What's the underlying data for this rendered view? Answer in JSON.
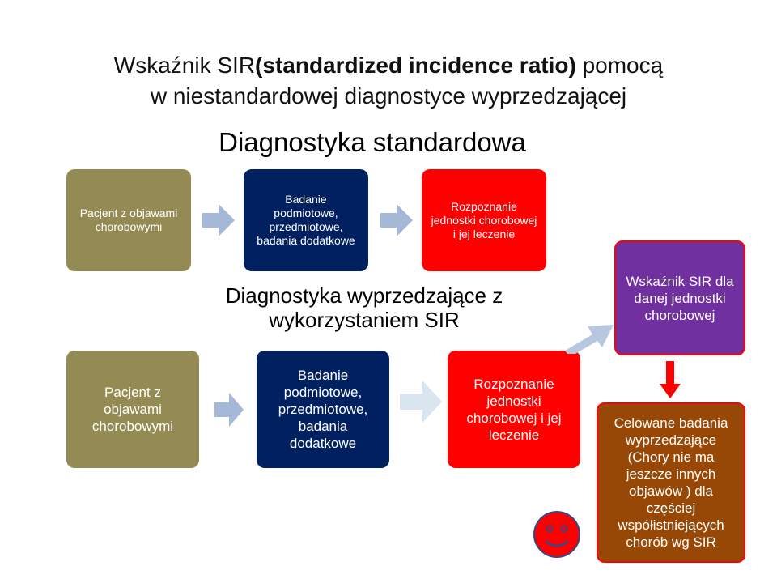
{
  "title": {
    "prefix": "Wskaźnik SIR",
    "bold": "(standardized incidence ratio)",
    "line1_suffix": " pomocą",
    "line2": "w niestandardowej  diagnostyce wyprzedzającej"
  },
  "standard": {
    "heading": "Diagnostyka standardowa",
    "boxes": [
      "Pacjent z objawami chorobowymi",
      "Badanie podmiotowe, przedmiotowe, badania dodatkowe",
      "Rozpoznanie jednostki chorobowej i jej leczenie"
    ]
  },
  "predictive": {
    "heading_line1": "Diagnostyka wyprzedzające z",
    "heading_line2": "wykorzystaniem SIR",
    "boxes": [
      "Pacjent z objawami chorobowymi",
      "Badanie podmiotowe, przedmiotowe, badania dodatkowe",
      "Rozpoznanie jednostki chorobowej i jej leczenie"
    ],
    "sir_box": "Wskaźnik SIR dla danej jednostki chorobowej",
    "targeted_box": "Celowane badania wyprzedzające (Chory nie ma jeszcze innych objawów ) dla częściej współistniejących chorób wg SIR"
  },
  "colors": {
    "olive": "#948a54",
    "navy": "#002060",
    "red": "#ff0000",
    "purple": "#7030a0",
    "brown": "#984806",
    "arrow": "#a6b8d8"
  },
  "icons": {
    "smiley": "smiley-face-icon"
  }
}
